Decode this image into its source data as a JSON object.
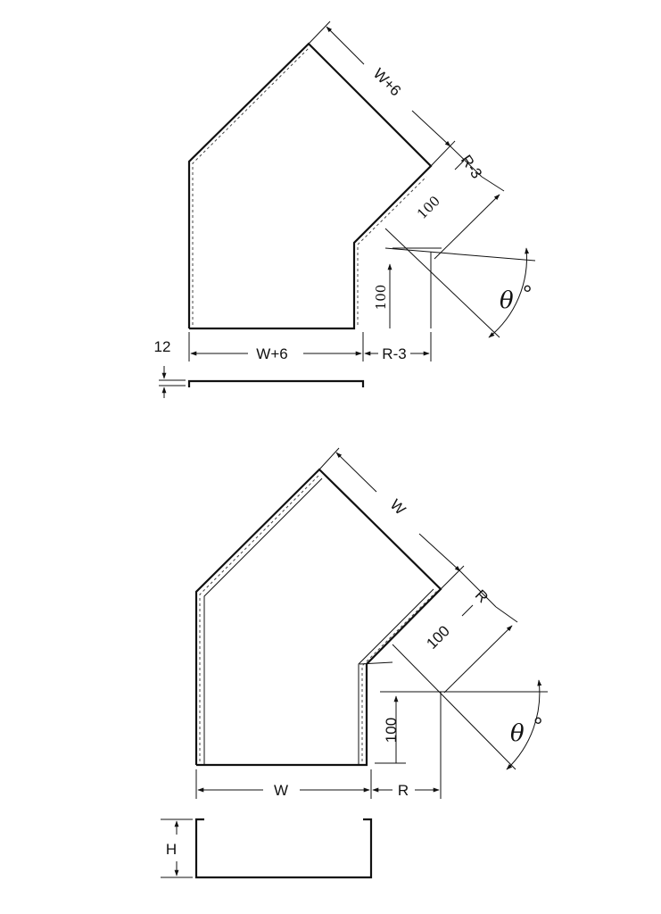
{
  "top": {
    "slant_width": "W+6",
    "slant_radius": "R-3",
    "slant_offset": "100",
    "vertical_offset": "100",
    "angle_symbol": "θ",
    "angle_unit": "°",
    "bottom_width": "W+6",
    "bottom_radius": "R-3",
    "thickness": "12"
  },
  "bottom": {
    "slant_width": "W",
    "slant_radius": "R",
    "slant_offset": "100",
    "vertical_offset": "100",
    "angle_symbol": "θ",
    "angle_unit": "°",
    "bottom_width": "W",
    "bottom_radius": "R",
    "height": "H"
  }
}
